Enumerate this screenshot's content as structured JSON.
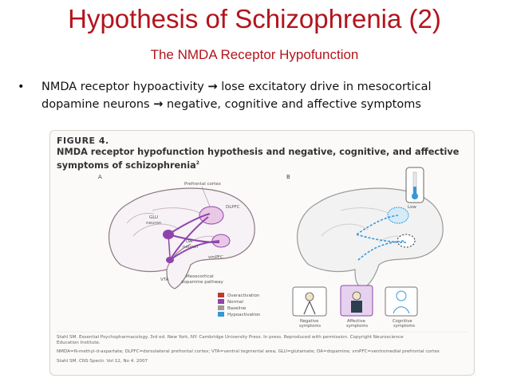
{
  "slide": {
    "title": "Hypothesis of Schizophrenia (2)",
    "subtitle": "The NMDA Receptor Hypofunction",
    "bullet": {
      "marker": "•",
      "line1_a": "NMDA receptor hypoactivity",
      "line1_b": "lose excitatory drive in mesocortical",
      "line2_a": "dopamine neurons",
      "line2_b": "negative, cognitive and affective symptoms",
      "arrow": "→"
    }
  },
  "figure": {
    "label": "FIGURE 4.",
    "title_line1": "NMDA receptor hypofunction hypothesis and negative, cognitive, and affective",
    "title_line2": "symptoms of schizophrenia",
    "superscript": "2",
    "panel_a": "A",
    "panel_b": "B",
    "labels": {
      "prefrontal_cortex": "Prefrontal cortex",
      "dlpfc": "DLPFC",
      "glu_neuron_1": "GLU",
      "glu_neuron_2": "neuron",
      "da_neuron_1": "DA",
      "da_neuron_2": "neuron",
      "vmpfc": "vmPFC",
      "vta": "VTA",
      "mesocortical_1": "Mesocortical",
      "mesocortical_2": "dopamine pathway",
      "thermo": "Low"
    },
    "legend": [
      {
        "label": "Overactivation",
        "color": "#c0392b"
      },
      {
        "label": "Normal",
        "color": "#8e44ad"
      },
      {
        "label": "Baseline",
        "color": "#9b9b9b"
      },
      {
        "label": "Hypoactivation",
        "color": "#3498db"
      }
    ],
    "symptoms": [
      {
        "label_1": "Negative",
        "label_2": "symptoms"
      },
      {
        "label_1": "Affective",
        "label_2": "symptoms"
      },
      {
        "label_1": "Cognitive",
        "label_2": "symptoms"
      }
    ],
    "caption_1": "Stahl SM. Essential Psychopharmacology. 3rd ed. New York, NY: Cambridge University Press. In press. Reproduced with permission. Copyright Neuroscience",
    "caption_2": "Education Institute.",
    "caption_3": "NMDA=N-methyl-d-aspartate; DLPFC=dorsolateral prefrontal cortex; VTA=ventral tegmental area; GLU=glutamate; DA=dopamine; vmPFC=ventromedial prefrontal cortex",
    "caption_4": "Stahl SM. CNS Spectr. Vol 12, No 4. 2007"
  },
  "colors": {
    "title": "#b3141d",
    "normal": "#8e44ad",
    "hypo": "#3498db"
  }
}
